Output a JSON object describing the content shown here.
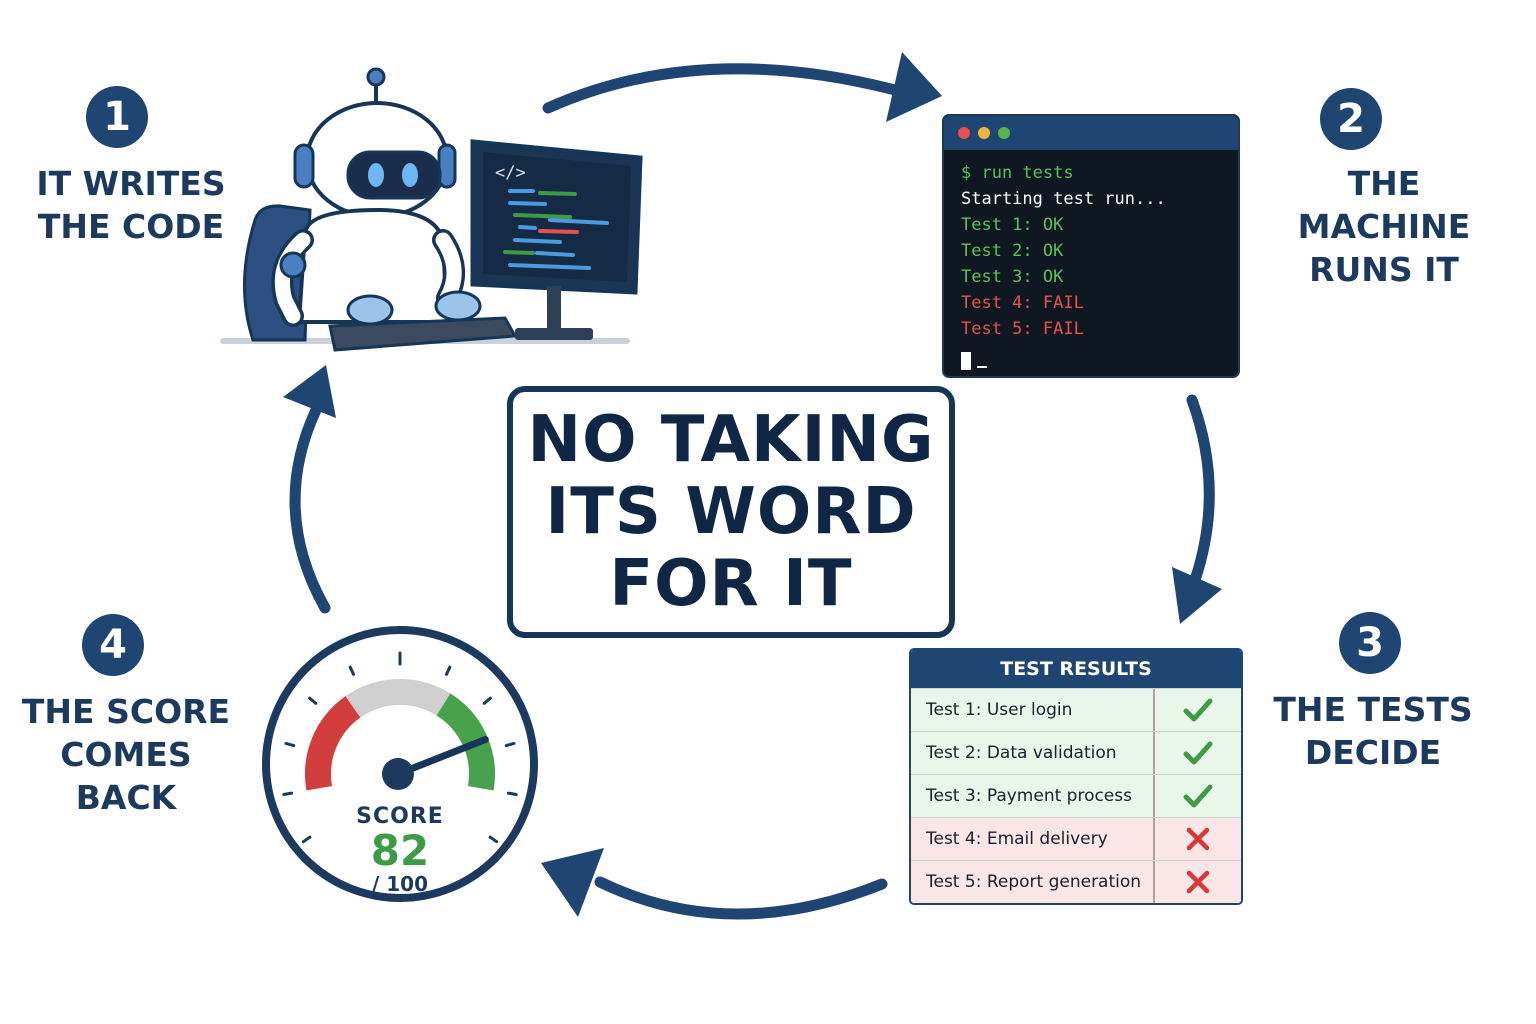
{
  "title": [
    "NO TAKING",
    "ITS WORD",
    "FOR IT"
  ],
  "steps": [
    {
      "number": "1",
      "label": [
        "IT WRITES",
        "THE CODE"
      ]
    },
    {
      "number": "2",
      "label": [
        "THE MACHINE",
        "RUNS IT"
      ]
    },
    {
      "number": "3",
      "label": [
        "THE TESTS",
        "DECIDE"
      ]
    },
    {
      "number": "4",
      "label": [
        "THE SCORE",
        "COMES BACK"
      ]
    }
  ],
  "editor": {
    "tag": "</>"
  },
  "terminal": {
    "lines": [
      {
        "text": "$ run tests",
        "status": "prompt"
      },
      {
        "text": "Starting test run...",
        "status": "info"
      },
      {
        "text": "Test 1: OK",
        "status": "ok"
      },
      {
        "text": "Test 2: OK",
        "status": "ok"
      },
      {
        "text": "Test 3: OK",
        "status": "ok"
      },
      {
        "text": "Test 4: FAIL",
        "status": "fail"
      },
      {
        "text": "Test 5: FAIL",
        "status": "fail"
      }
    ]
  },
  "results": {
    "header": "TEST RESULTS",
    "rows": [
      {
        "name": "Test 1:  User login",
        "passed": true
      },
      {
        "name": "Test 2:  Data validation",
        "passed": true
      },
      {
        "name": "Test 3:  Payment process",
        "passed": true
      },
      {
        "name": "Test 4:  Email delivery",
        "passed": false
      },
      {
        "name": "Test 5:  Report generation",
        "passed": false
      }
    ]
  },
  "gauge": {
    "label": "SCORE",
    "value": "82",
    "max": "/ 100",
    "fraction": 0.82
  },
  "colors": {
    "navy": "#1f4572",
    "dark_navy": "#0f2744",
    "pass": "#3e9b45",
    "fail": "#d9383a",
    "terminal_green": "#58c15e",
    "terminal_red": "#e8514d",
    "gauge_red": "#d23e3d",
    "gauge_gray": "#cfcfcf",
    "gauge_green": "#48a14c"
  },
  "icons": {
    "pass": "check-icon",
    "fail": "cross-icon",
    "cycle": "curved-arrow-icon"
  }
}
